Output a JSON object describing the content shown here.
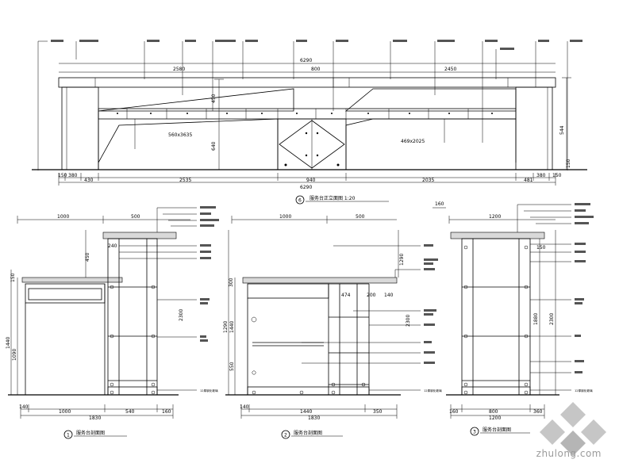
{
  "front_elevation": {
    "title": "服务台正立面图 1:20",
    "circle_number": "6",
    "top_dims": [
      "6290",
      "2580",
      "800",
      "2450"
    ],
    "inner_dims": [
      "560x3635",
      "640",
      "450",
      "544",
      "469x2025"
    ],
    "bottom_dims": [
      "150",
      "380",
      "430",
      "2535",
      "940",
      "2035",
      "481",
      "380",
      "150"
    ],
    "bottom_total": "6290",
    "right_dims": [
      "544",
      "150"
    ]
  },
  "section_1": {
    "title": "服务台剖面图",
    "circle_number": "1",
    "top_dims": [
      "1000",
      "500"
    ],
    "side_dims": [
      "450",
      "240",
      "150",
      "1440",
      "1090"
    ],
    "bottom_dims": [
      "140",
      "1000",
      "540",
      "160"
    ],
    "bottom_total": "1830",
    "inner_dims": [
      "2300"
    ],
    "bottom_label": "12厚钢化玻璃"
  },
  "section_2": {
    "title": "服务台剖面图",
    "circle_number": "2",
    "top_dims": [
      "1000",
      "500"
    ],
    "side_dims": [
      "1290",
      "300",
      "1440",
      "550"
    ],
    "bottom_dims": [
      "140",
      "1440",
      "350"
    ],
    "bottom_total": "1830",
    "inner_dims": [
      "474",
      "200",
      "140",
      "2300",
      "1290"
    ],
    "bottom_label": "12厚钢化玻璃"
  },
  "section_3": {
    "title": "服务台剖面图",
    "circle_number": "3",
    "top_dims": [
      "160",
      "1200"
    ],
    "inner_dims": [
      "150",
      "1880",
      "2300"
    ],
    "bottom_dims": [
      "160",
      "800",
      "1200",
      "360"
    ],
    "bottom_label": "12厚钢化玻璃"
  },
  "watermark": {
    "text": "zhulong.com"
  }
}
